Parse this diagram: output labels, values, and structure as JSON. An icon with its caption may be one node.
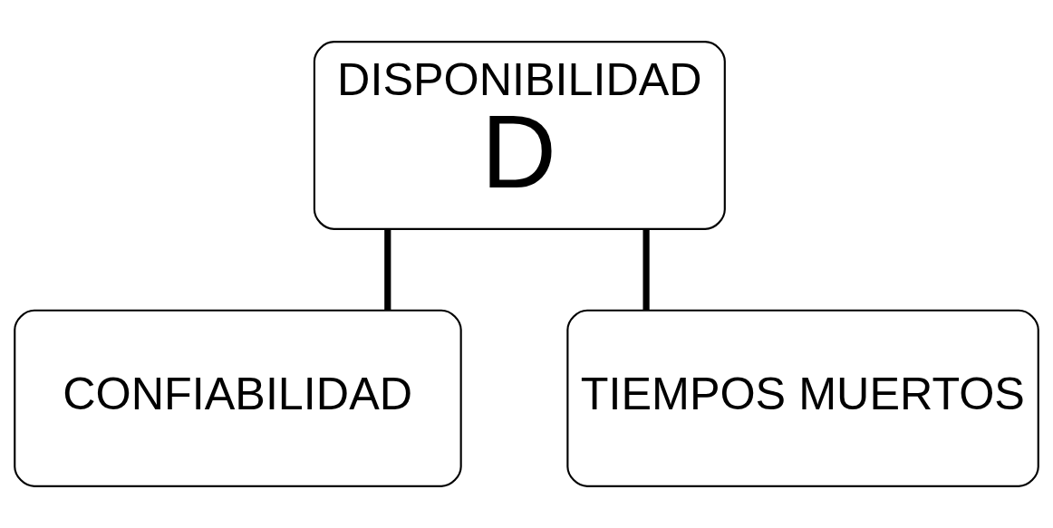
{
  "diagram": {
    "nodes": [
      {
        "text": [
          "DISPONIBILIDAD",
          "D"
        ]
      },
      {
        "text": [
          "CONFIABILIDAD"
        ]
      },
      {
        "text": [
          "TIEMPOS MUERTOS"
        ]
      }
    ],
    "edges": [
      {
        "from": 0,
        "to": 1,
        "arrow": "none"
      },
      {
        "from": 0,
        "to": 2,
        "arrow": "none"
      }
    ]
  }
}
